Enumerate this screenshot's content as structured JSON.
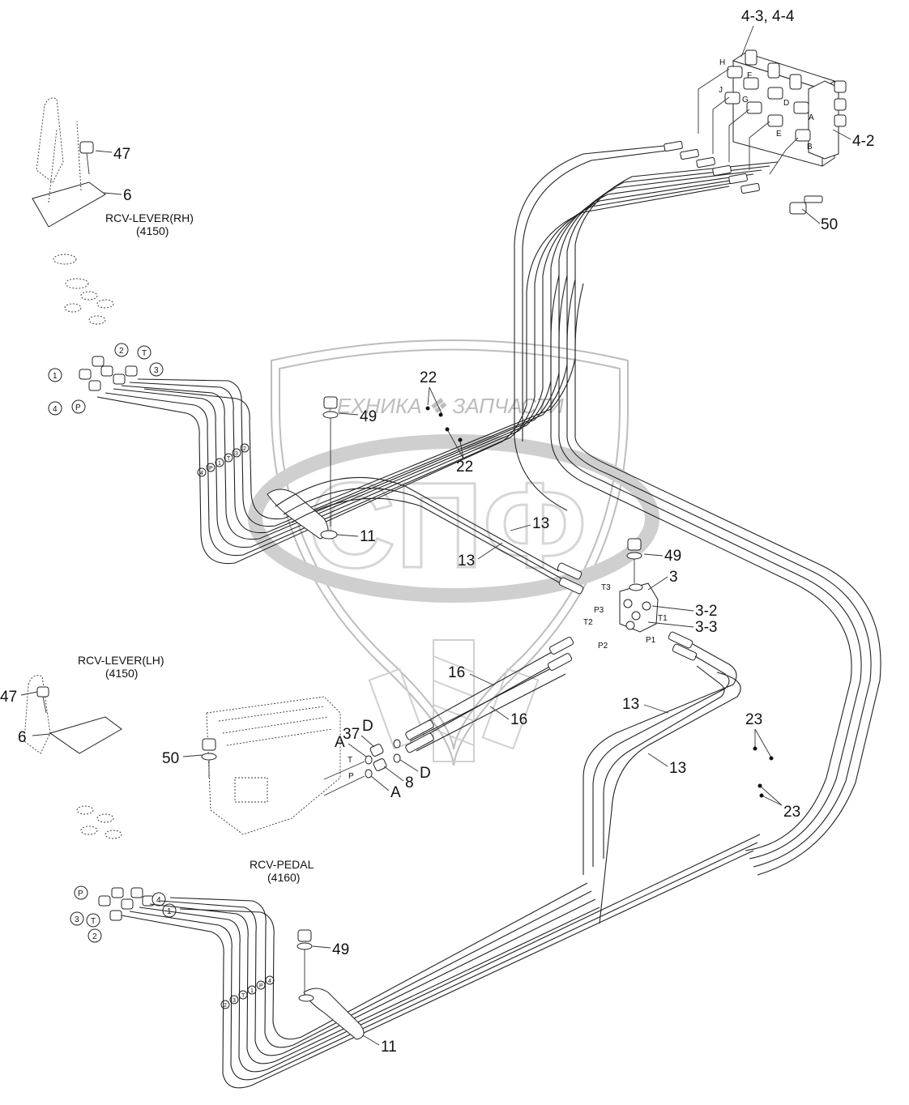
{
  "watermark": {
    "banner_text": "ТЕХНИКА ❖ ЗАПЧАСТИ",
    "logo_letters": "СПФ"
  },
  "components": {
    "rcv_lever_rh": "RCV-LEVER(RH)",
    "rcv_lever_rh_code": "(4150)",
    "rcv_lever_lh": "RCV-LEVER(LH)",
    "rcv_lever_lh_code": "(4150)",
    "rcv_pedal": "RCV-PEDAL",
    "rcv_pedal_code": "(4160)"
  },
  "callouts": {
    "c_4344": "4-3, 4-4",
    "c_42": "4-2",
    "c_50_top": "50",
    "c_47_top": "47",
    "c_6_top": "6",
    "c_22_a": "22",
    "c_22_b": "22",
    "c_49_a": "49",
    "c_11_a": "11",
    "c_13_a": "13",
    "c_13_b": "13",
    "c_49_b": "49",
    "c_3": "3",
    "c_32": "3-2",
    "c_33": "3-3",
    "c_47_bot": "47",
    "c_6_bot": "6",
    "c_50_bot": "50",
    "c_16_a": "16",
    "c_16_b": "16",
    "c_37": "37",
    "c_a1": "A",
    "c_d1": "D",
    "c_d2": "D",
    "c_8": "8",
    "c_a2": "A",
    "c_13_c": "13",
    "c_13_d": "13",
    "c_23_a": "23",
    "c_23_b": "23",
    "c_49_c": "49",
    "c_11_b": "11"
  },
  "ports": {
    "valve_ports": [
      "H",
      "J",
      "F",
      "G",
      "D",
      "E",
      "A",
      "B"
    ],
    "block_ports": [
      "T3",
      "P3",
      "T2",
      "P2",
      "T1",
      "P1"
    ],
    "pedal_ports": [
      "T",
      "P"
    ],
    "rh_circles": [
      "1",
      "2",
      "T",
      "3",
      "4",
      "P"
    ],
    "lh_circles": [
      "P",
      "4",
      "1",
      "3",
      "T",
      "2"
    ],
    "rh_tube_marks": [
      "4",
      "P",
      "1",
      "T",
      "3",
      "2"
    ],
    "lh_tube_marks": [
      "2",
      "3",
      "T",
      "1",
      "P",
      "4"
    ]
  }
}
